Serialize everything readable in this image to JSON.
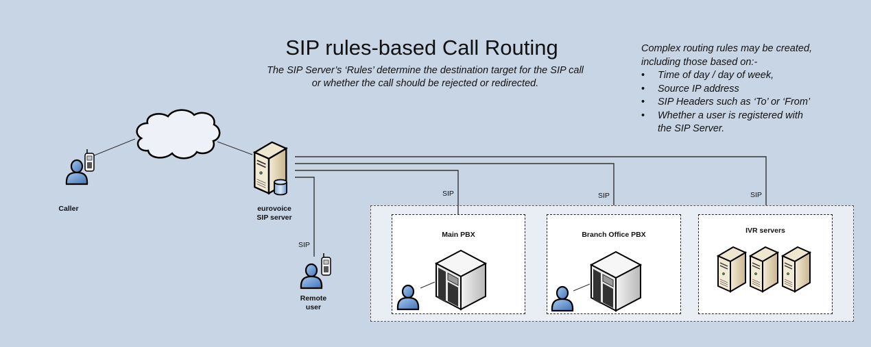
{
  "header": {
    "title": "SIP rules-based Call Routing",
    "subtitle_line1": "The SIP Server’s ‘Rules’ determine the destination target for the SIP call",
    "subtitle_line2": "or whether the call should be rejected or redirected."
  },
  "notes": {
    "intro_line1": "Complex routing rules may be created,",
    "intro_line2": "including those based on:-",
    "items": [
      "Time of day / day of week,",
      "Source IP address",
      "SIP Headers such as ‘To’ or ‘From’",
      "Whether a user is registered with the SIP Server."
    ],
    "item4_line1": "Whether a user is registered with",
    "item4_line2": "the SIP Server."
  },
  "nodes": {
    "caller": {
      "label": "Caller",
      "icon": "user-with-phone-icon"
    },
    "cloud": {
      "icon": "cloud-icon"
    },
    "sip_server": {
      "label_line1": "eurovoice",
      "label_line2": "SIP server",
      "icon": "server-with-database-icon"
    },
    "remote_user": {
      "label_line1": "Remote",
      "label_line2": "user",
      "icon": "user-with-phone-icon"
    },
    "main_pbx": {
      "label": "Main PBX",
      "icon": "pbx-cube-icon"
    },
    "branch_pbx": {
      "label": "Branch Office PBX",
      "icon": "pbx-cube-icon"
    },
    "ivr": {
      "label": "IVR servers",
      "icon": "server-tower-icon"
    }
  },
  "links": {
    "remote_user": "SIP",
    "main_pbx": "SIP",
    "branch_pbx": "SIP",
    "ivr": "SIP"
  },
  "colors": {
    "background": "#c8d5e5",
    "group_fill": "#e9eef5",
    "box_fill": "#ffffff",
    "user_blue": "#6f9fd8",
    "server_beige": "#e8dcc0"
  }
}
